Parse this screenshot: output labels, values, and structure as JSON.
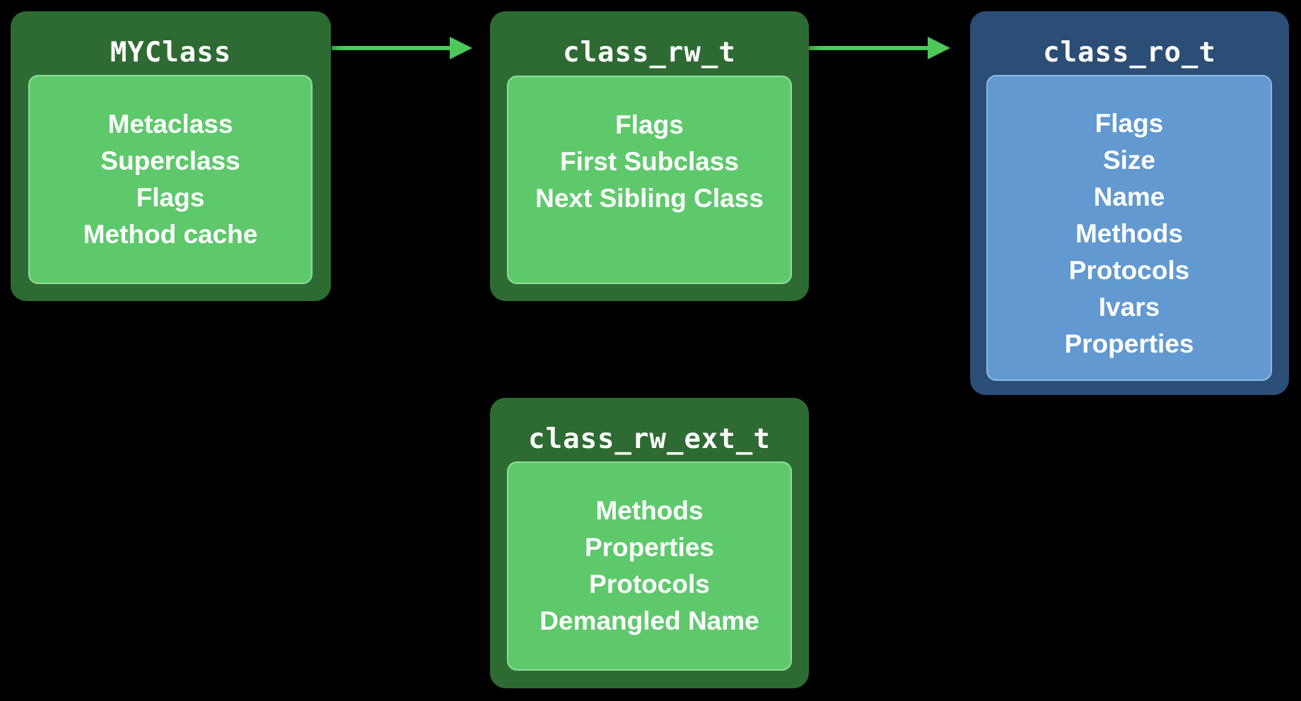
{
  "colors": {
    "background": "#000000",
    "green_outer": "#2e6b32",
    "green_inner": "#5ec96b",
    "blue_outer": "#2b4e76",
    "blue_inner": "#6199d0",
    "arrow": "#4cc85a",
    "text": "#ffffff"
  },
  "nodes": {
    "myclass": {
      "title": "MYClass",
      "fields": [
        "Metaclass",
        "Superclass",
        "Flags",
        "Method cache"
      ]
    },
    "class_rw_t": {
      "title": "class_rw_t",
      "fields": [
        "Flags",
        "First Subclass",
        "Next Sibling Class"
      ]
    },
    "class_ro_t": {
      "title": "class_ro_t",
      "fields": [
        "Flags",
        "Size",
        "Name",
        "Methods",
        "Protocols",
        "Ivars",
        "Properties"
      ]
    },
    "class_rw_ext_t": {
      "title": "class_rw_ext_t",
      "fields": [
        "Methods",
        "Properties",
        "Protocols",
        "Demangled Name"
      ]
    }
  },
  "edges": [
    {
      "from": "myclass",
      "to": "class_rw_t"
    },
    {
      "from": "class_rw_t",
      "to": "class_ro_t"
    }
  ]
}
